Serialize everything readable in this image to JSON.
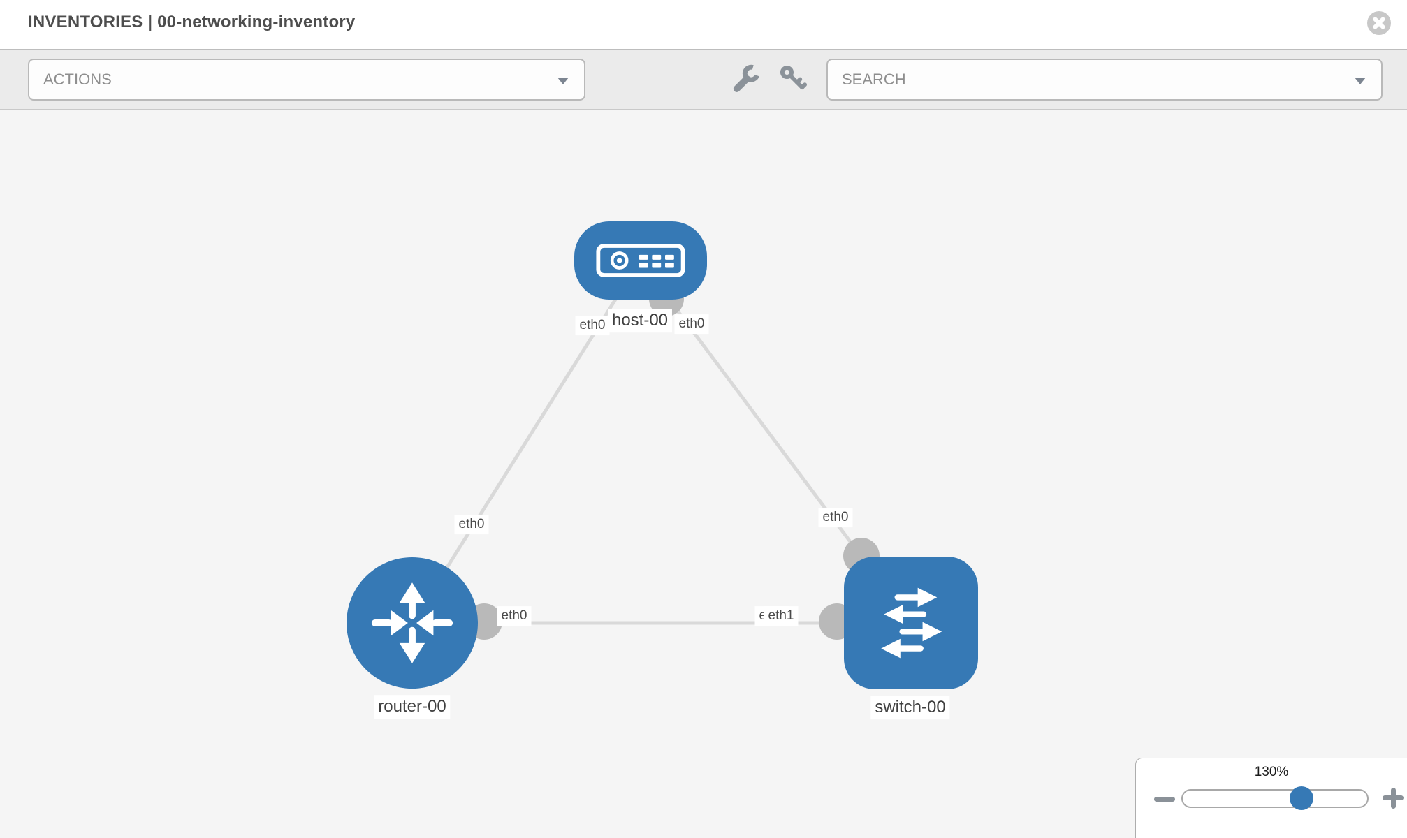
{
  "header": {
    "title": "INVENTORIES | 00-networking-inventory"
  },
  "toolbar": {
    "actions_placeholder": "ACTIONS",
    "search_placeholder": "SEARCH"
  },
  "zoom_control": {
    "level": "130%"
  },
  "colors": {
    "node_blue": "#3679b5",
    "link_gray": "#d9d9d9",
    "interface_gray": "#b9b9b9",
    "toolbar_bg": "#ebebeb",
    "canvas_bg": "#f5f5f5"
  },
  "topology": {
    "nodes": [
      {
        "label": "host-00",
        "type": "host"
      },
      {
        "label": "router-00",
        "type": "router"
      },
      {
        "label": "switch-00",
        "type": "switch"
      }
    ],
    "links": [
      {
        "from": "host-00",
        "to": "router-00",
        "from_interface": "eth0",
        "to_interface": "eth0"
      },
      {
        "from": "host-00",
        "to": "switch-00",
        "from_interface": "eth0",
        "to_interface": "eth0"
      },
      {
        "from": "router-00",
        "to": "switch-00",
        "from_interface": "eth0",
        "to_interface": "eth1"
      }
    ]
  }
}
